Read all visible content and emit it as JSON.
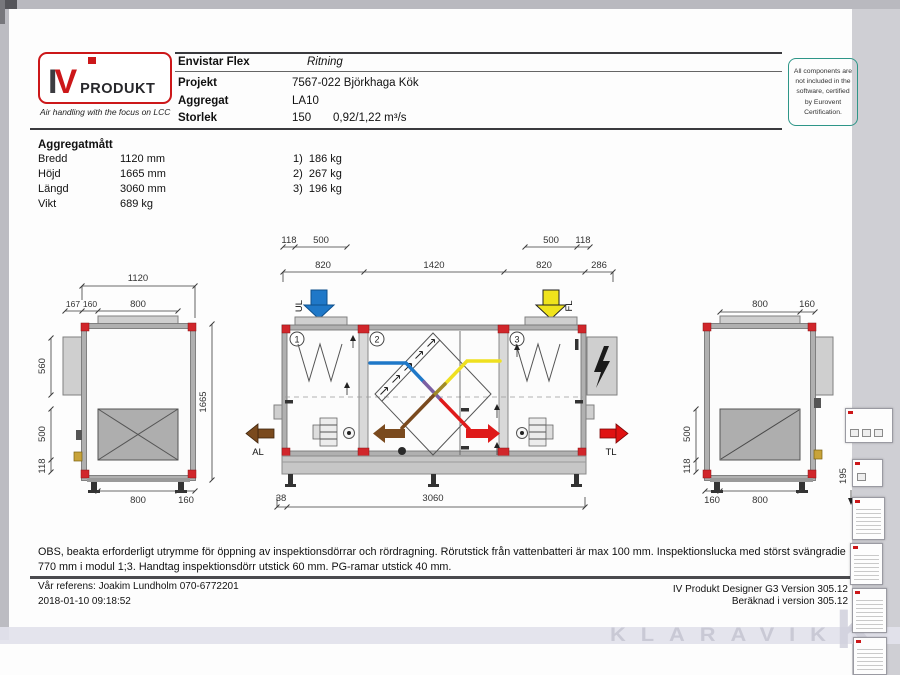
{
  "colors": {
    "accent_red": "#d1262b",
    "outdoor_blue": "#1f78c8",
    "extract_yellow": "#f0e31c",
    "exhaust_brown": "#7a4a1e",
    "supply_red": "#df1a1a",
    "cert_teal": "#2e9688"
  },
  "header": {
    "logo": {
      "brand_i": "I",
      "brand_v": "V",
      "brand_name": "PRODUKT",
      "tagline": "Air handling with the focus on LCC"
    },
    "table": {
      "product": "Envistar Flex",
      "doc_type": "Ritning",
      "rows": [
        {
          "label": "Projekt",
          "value": "7567-022 Björkhaga Kök"
        },
        {
          "label": "Aggregat",
          "value": "LA10"
        },
        {
          "label": "Storlek",
          "value": "150",
          "value2": "0,92/1,22 m³/s"
        }
      ]
    },
    "cert_note": "All components are not included in the software, certified by Eurovent Certification."
  },
  "measurements": {
    "title": "Aggregatmått",
    "rows": [
      {
        "label": "Bredd",
        "value": "1120 mm"
      },
      {
        "label": "Höjd",
        "value": "1665 mm"
      },
      {
        "label": "Längd",
        "value": "3060 mm"
      },
      {
        "label": "Vikt",
        "value": "689 kg"
      }
    ],
    "weights": [
      "1)  186 kg",
      "2)  267 kg",
      "3)  196 kg"
    ]
  },
  "drawing": {
    "left_view": {
      "w_top": "1120",
      "w_167": "167",
      "w_160": "160",
      "w_800": "800",
      "h_560": "560",
      "h_500": "500",
      "h_118": "118",
      "h_total": "1665",
      "b_800": "800",
      "b_160": "160"
    },
    "front_view": {
      "t_118l": "118",
      "t_500l": "500",
      "t_500r": "500",
      "t_118r": "118",
      "s_820a": "820",
      "s_1420": "1420",
      "s_820b": "820",
      "s_286": "286",
      "b_38": "38",
      "b_3060": "3060",
      "module_1": "1",
      "module_2": "2",
      "module_3": "3",
      "label_ul": "UL",
      "label_fl": "FL",
      "label_al": "AL",
      "label_tl": "TL"
    },
    "right_view": {
      "t_800": "800",
      "t_160": "160",
      "h_500": "500",
      "h_118": "118",
      "b_160": "160",
      "b_800": "800",
      "d_195": "195"
    }
  },
  "notes": {
    "obs": "OBS, beakta erforderligt utrymme för öppning av inspektionsdörrar och rördragning. Rörutstick från vattenbatteri är max 100 mm. Inspektionslucka med störst svängradie 770 mm i modul 1;3. Handtag inspektionsdörr utstick 60 mm. PG-ramar utstick 40 mm."
  },
  "footer": {
    "reference": "Vår referens: Joakim Lundholm 070-6772201",
    "datetime": "2018-01-10 09:18:52",
    "software": "IV Produkt Designer G3 Version 305.12",
    "calculated": "Beräknad i version 305.12"
  },
  "watermark": {
    "text": "KLARAVIK",
    "big_letter": "K"
  }
}
